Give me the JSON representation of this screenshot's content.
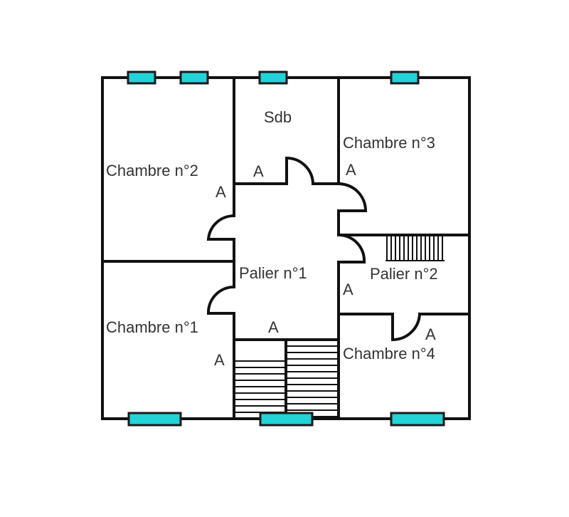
{
  "rooms": {
    "chambre2": "Chambre n°2",
    "chambre1": "Chambre n°1",
    "sdb": "Sdb",
    "chambre3": "Chambre n°3",
    "palier1": "Palier n°1",
    "palier2": "Palier n°2",
    "chambre4": "Chambre n°4"
  },
  "door_marker": "A",
  "colors": {
    "wall": "#111111",
    "window": "#22d3d8",
    "background": "#ffffff"
  }
}
